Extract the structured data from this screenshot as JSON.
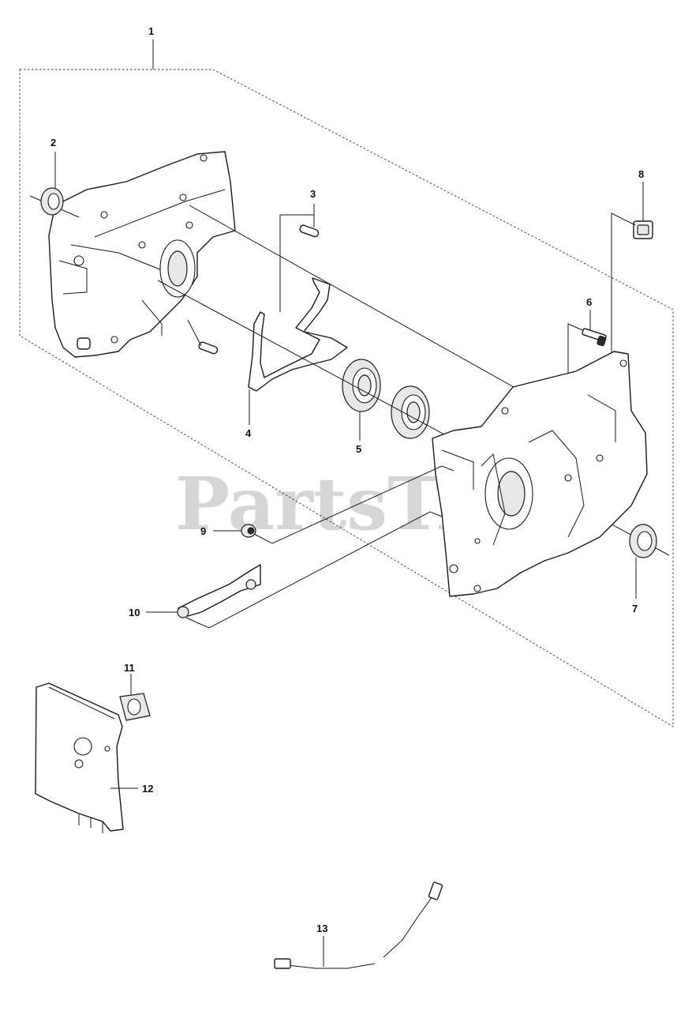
{
  "watermark": "PartsTree",
  "callouts": {
    "c1": "1",
    "c2": "2",
    "c3": "3",
    "c4": "4",
    "c5": "5",
    "c6": "6",
    "c7": "7",
    "c8": "8",
    "c9": "9",
    "c10": "10",
    "c11": "11",
    "c12": "12",
    "c13": "13"
  }
}
